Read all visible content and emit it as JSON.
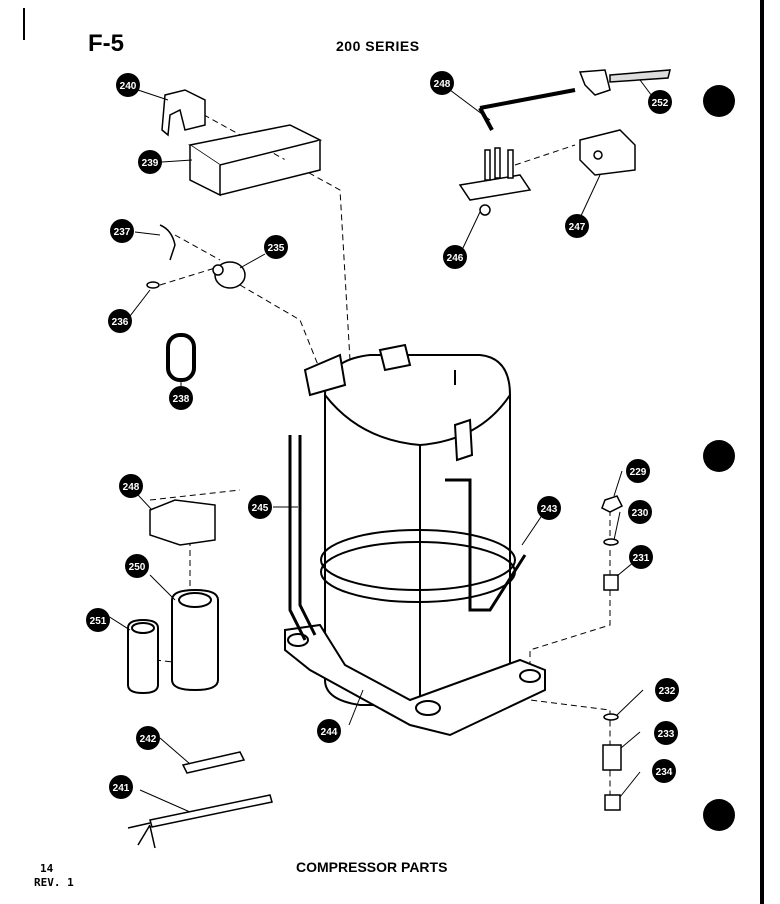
{
  "header": {
    "figure": "F-5",
    "series": "200 SERIES"
  },
  "footer": {
    "page": "14",
    "revision": "REV. 1",
    "caption": "COMPRESSOR PARTS"
  },
  "callouts": [
    "240",
    "252",
    "248",
    "239",
    "247",
    "237",
    "235",
    "236",
    "246",
    "238",
    "229",
    "248",
    "245",
    "243",
    "230",
    "250",
    "231",
    "251",
    "232",
    "233",
    "242",
    "244",
    "241",
    "234"
  ]
}
